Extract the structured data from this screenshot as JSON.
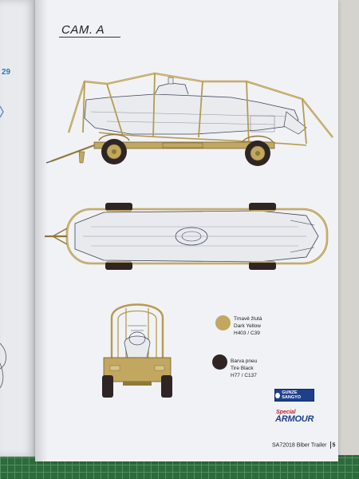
{
  "page": {
    "left_page_number": "29",
    "title": "CAM. A",
    "footer_code": "SA72018",
    "footer_title": "Biber Trailer",
    "page_number": "5"
  },
  "colors": [
    {
      "name_cz": "Tmavě žlutá",
      "name_en": "Dark Yellow",
      "code": "H403 / C39",
      "hex": "#c1a75f"
    },
    {
      "name_cz": "Barva pneu",
      "name_en": "Tire Black",
      "code": "H77 / C137",
      "hex": "#2e2524"
    }
  ],
  "logos": {
    "gunze": "GUNZE SANGYO",
    "special": "Special",
    "armour": "ARMOUR"
  }
}
